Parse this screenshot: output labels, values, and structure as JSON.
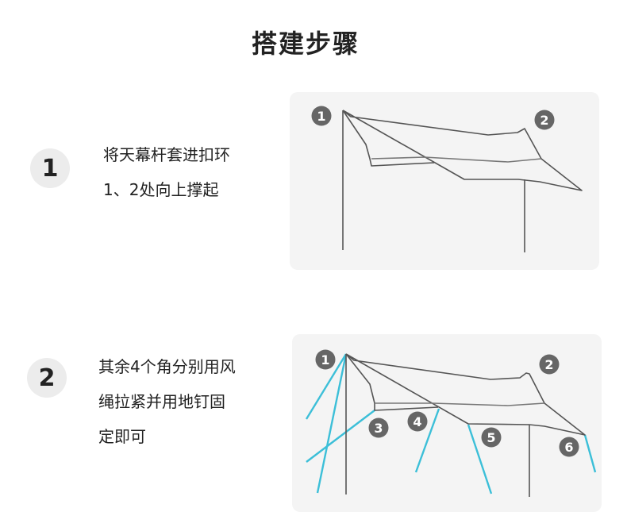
{
  "title": "搭建步骤",
  "steps": [
    {
      "number": "1",
      "lines": [
        "将天幕杆套进扣环",
        "1、2处向上撑起"
      ],
      "badges": [
        "1",
        "2"
      ]
    },
    {
      "number": "2",
      "lines": [
        "其余4个角分别用风",
        "绳拉紧并用地钉固",
        "定即可"
      ],
      "badges": [
        "1",
        "2",
        "3",
        "4",
        "5",
        "6"
      ]
    }
  ],
  "colors": {
    "line": "#555555",
    "rope": "#3cbfd8",
    "badge": "#666666",
    "panel": "#f4f4f4"
  }
}
